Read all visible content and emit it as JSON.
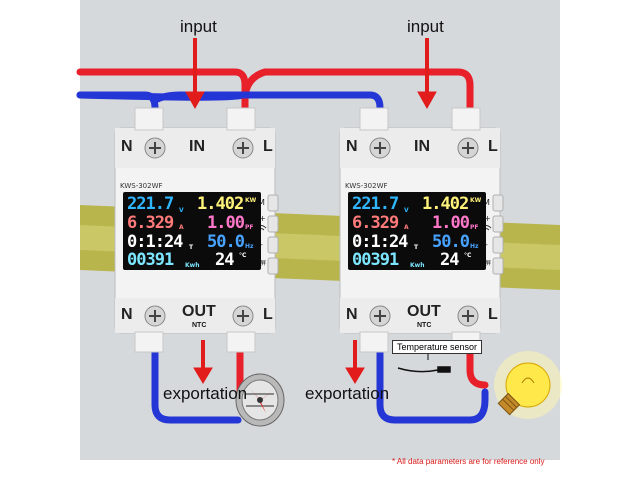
{
  "labels": {
    "input_left": "input",
    "input_right": "input",
    "exportation_left": "exportation",
    "exportation_right": "exportation",
    "temperature_sensor": "Temperature sensor",
    "footnote": "* All data parameters are for reference only"
  },
  "devices": [
    {
      "model": "KWS-302WF",
      "top_terminals": [
        "N",
        "IN",
        "L"
      ],
      "bottom_terminals": [
        "N",
        "OUT",
        "L"
      ],
      "ntc": "NTC",
      "buttons": [
        "M",
        "+",
        "-",
        "熄屏"
      ],
      "readings": {
        "voltage": "221.7",
        "voltage_unit": "V",
        "power": "1.402",
        "power_unit": "KW",
        "current": "6.329",
        "current_unit": "A",
        "pf": "1.00",
        "pf_unit": "PF",
        "time": "0:1:24",
        "time_unit": "T",
        "frequency": "50.0",
        "frequency_unit": "Hz",
        "energy": "00391",
        "energy_unit": "Kwh",
        "temperature": "24",
        "temperature_unit": "°C"
      }
    },
    {
      "model": "KWS-302WF",
      "top_terminals": [
        "N",
        "IN",
        "L"
      ],
      "bottom_terminals": [
        "N",
        "OUT",
        "L"
      ],
      "ntc": "NTC",
      "buttons": [
        "M",
        "+",
        "-",
        "熄屏"
      ],
      "readings": {
        "voltage": "221.7",
        "voltage_unit": "V",
        "power": "1.402",
        "power_unit": "KW",
        "current": "6.329",
        "current_unit": "A",
        "pf": "1.00",
        "pf_unit": "PF",
        "time": "0:1:24",
        "time_unit": "T",
        "frequency": "50.0",
        "frequency_unit": "Hz",
        "energy": "00391",
        "energy_unit": "Kwh",
        "temperature": "24",
        "temperature_unit": "°C"
      }
    }
  ],
  "colors": {
    "live_wire": "#e8202a",
    "neutral_wire": "#2436d6",
    "arrow": "#e21b1b",
    "rail": "#b9b64a",
    "background": "#d4d7da",
    "voltage_digits": "#2fb6ff",
    "power_digits": "#fff27a",
    "current_digits": "#ff7a7a",
    "pf_digits": "#ff77c8",
    "time_digits": "#ffffff",
    "frequency_digits": "#47a3ff",
    "energy_digits": "#7de6ff",
    "temperature_digits": "#ffffff"
  }
}
